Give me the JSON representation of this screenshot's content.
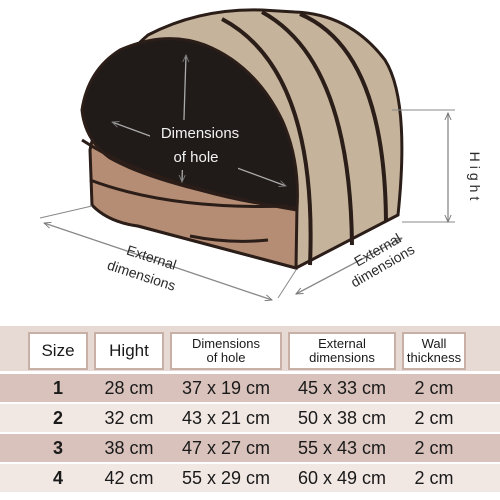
{
  "diagram": {
    "hole_label_line1": "Dimensions",
    "hole_label_line2": "of hole",
    "height_label": "Hight",
    "external_front_line1": "External",
    "external_front_line2": "dimensions",
    "external_side_line1": "External",
    "external_side_line2": "dimensions",
    "colors": {
      "outer": "#c5b39c",
      "dark": "#201b19",
      "cushion": "#b48d74",
      "outline": "#2b1d18"
    }
  },
  "table": {
    "headers": [
      {
        "line1": "Size",
        "line2": ""
      },
      {
        "line1": "Hight",
        "line2": ""
      },
      {
        "line1": "Dimensions",
        "line2": "of hole"
      },
      {
        "line1": "External",
        "line2": "dimensions"
      },
      {
        "line1": "Wall",
        "line2": "thickness"
      }
    ],
    "rows": [
      {
        "size": "1",
        "hight": "28 cm",
        "hole": "37 x 19 cm",
        "external": "45 x 33 cm",
        "wall": "2 cm"
      },
      {
        "size": "2",
        "hight": "32 cm",
        "hole": "43 x 21 cm",
        "external": "50 x 38 cm",
        "wall": "2 cm"
      },
      {
        "size": "3",
        "hight": "38 cm",
        "hole": "47 x 27 cm",
        "external": "55 x 43 cm",
        "wall": "2 cm"
      },
      {
        "size": "4",
        "hight": "42 cm",
        "hole": "55 x 29 cm",
        "external": "60 x 49 cm",
        "wall": "2 cm"
      }
    ],
    "colors": {
      "header_bg": "#e7d9d3",
      "row_odd": "#d8c2bb",
      "row_even": "#f1e7e3",
      "border": "#c9b0a6"
    }
  }
}
